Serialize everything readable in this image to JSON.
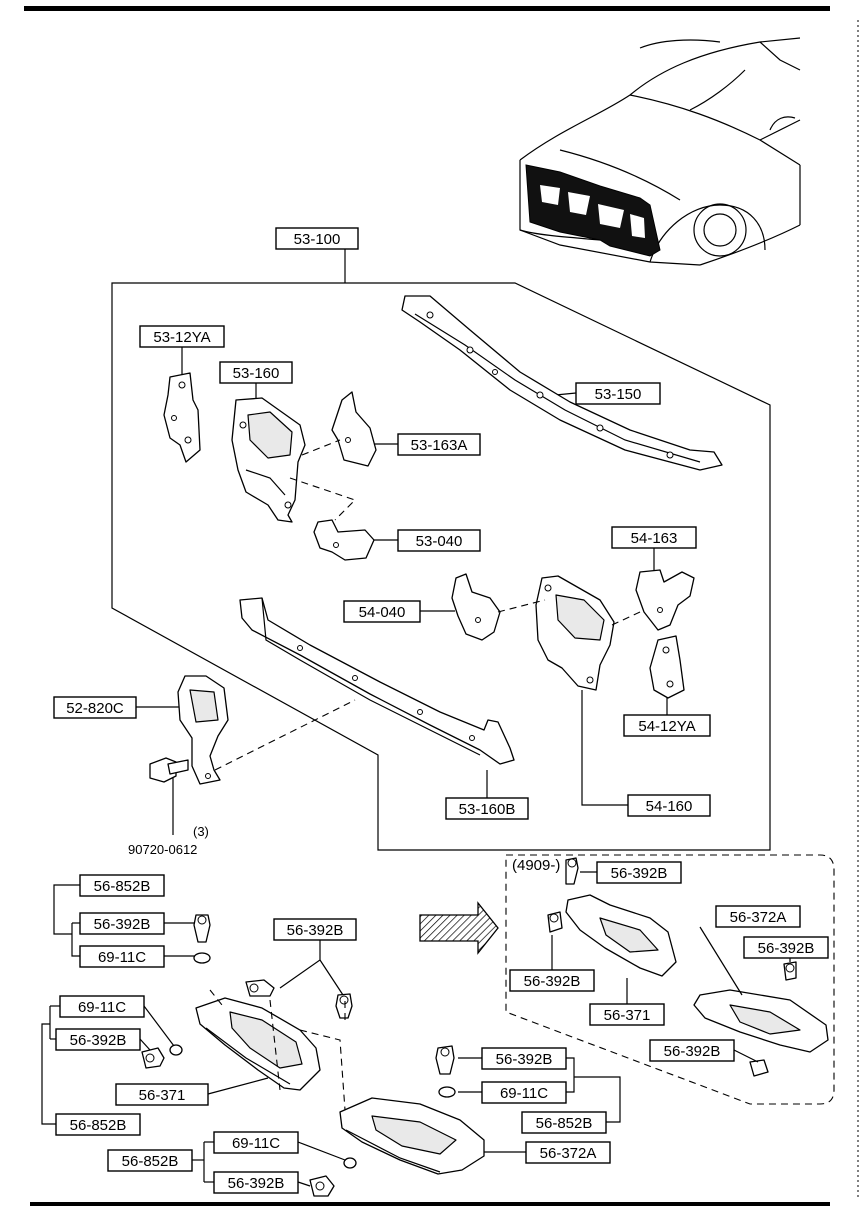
{
  "labels": {
    "l53_100": "53-100",
    "l53_12ya": "53-12YA",
    "l53_160": "53-160",
    "l53_150": "53-150",
    "l53_163a": "53-163A",
    "l53_040": "53-040",
    "l54_163": "54-163",
    "l54_040": "54-040",
    "l52_820c": "52-820C",
    "l54_12ya": "54-12YA",
    "l54_160": "54-160",
    "l53_160b": "53-160B",
    "qty": "(3)",
    "bolt": "90720-0612",
    "alt_code": "(4909-)",
    "r_56_392b_top": "56-392B",
    "r_56_372a": "56-372A",
    "r_56_392b_right": "56-392B",
    "r_56_392b_left": "56-392B",
    "r_56_371": "56-371",
    "r_56_392b_bottom": "56-392B",
    "a_56_852b": "56-852B",
    "a_56_392b": "56-392B",
    "a_69_11c": "69-11C",
    "b_56_392b": "56-392B",
    "c_69_11c": "69-11C",
    "c_56_392b": "56-392B",
    "c_56_852b": "56-852B",
    "d_56_371": "56-371",
    "e_56_392b": "56-392B",
    "e_69_11c": "69-11C",
    "e_56_852b": "56-852B",
    "f_56_372a": "56-372A",
    "g_69_11c": "69-11C",
    "g_56_852b": "56-852B",
    "g_56_392b": "56-392B"
  }
}
